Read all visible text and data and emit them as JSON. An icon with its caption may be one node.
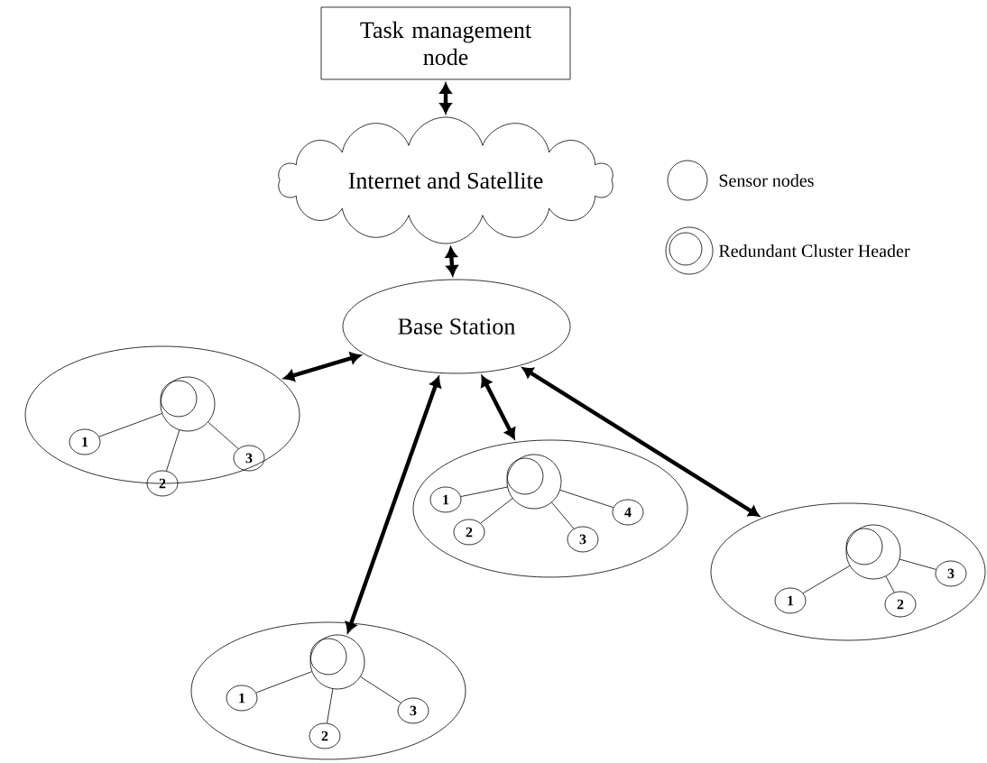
{
  "diagram": {
    "nodes": [
      {
        "text": [
          "Task management node"
        ]
      },
      {
        "text": [
          "Internet and Satellite"
        ]
      },
      {
        "text": [
          "Base Station"
        ]
      },
      {
        "text": [],
        "shape": "ellipse"
      },
      {
        "text": [],
        "shape": "circle",
        "in": 3
      },
      {
        "text": [
          "1"
        ],
        "in": 3
      },
      {
        "text": [
          "2"
        ],
        "in": 3
      },
      {
        "text": [
          "3"
        ],
        "in": 3
      },
      {
        "text": [],
        "shape": "ellipse"
      },
      {
        "text": [],
        "shape": "circle",
        "in": 8
      },
      {
        "text": [
          "1"
        ],
        "in": 8
      },
      {
        "text": [
          "2"
        ],
        "in": 8
      },
      {
        "text": [
          "3"
        ],
        "in": 8
      },
      {
        "text": [
          "4"
        ],
        "in": 8
      },
      {
        "text": [],
        "shape": "ellipse"
      },
      {
        "text": [],
        "shape": "circle",
        "in": 14
      },
      {
        "text": [
          "1"
        ],
        "in": 14
      },
      {
        "text": [
          "2"
        ],
        "in": 14
      },
      {
        "text": [
          "3"
        ],
        "in": 14
      },
      {
        "text": [],
        "shape": "ellipse"
      },
      {
        "text": [],
        "shape": "circle",
        "in": 19
      },
      {
        "text": [
          "1"
        ],
        "in": 19
      },
      {
        "text": [
          "2"
        ],
        "in": 19
      },
      {
        "text": [
          "3"
        ],
        "in": 19
      }
    ],
    "edges": [
      {
        "from": 0,
        "to": 1,
        "arrow": "both",
        "style": "thick"
      },
      {
        "from": 1,
        "to": 2,
        "arrow": "both",
        "style": "thick"
      },
      {
        "from": 2,
        "to": 3,
        "arrow": "both",
        "style": "thick"
      },
      {
        "from": 2,
        "to": 20,
        "arrow": "both",
        "style": "thick"
      },
      {
        "from": 2,
        "to": 8,
        "arrow": "both",
        "style": "thick"
      },
      {
        "from": 2,
        "to": 14,
        "arrow": "both",
        "style": "thick"
      },
      {
        "from": 4,
        "to": 5,
        "arrow": "none"
      },
      {
        "from": 4,
        "to": 6,
        "arrow": "none"
      },
      {
        "from": 4,
        "to": 7,
        "arrow": "none"
      },
      {
        "from": 9,
        "to": 10,
        "arrow": "none"
      },
      {
        "from": 9,
        "to": 11,
        "arrow": "none"
      },
      {
        "from": 9,
        "to": 12,
        "arrow": "none"
      },
      {
        "from": 9,
        "to": 13,
        "arrow": "none"
      },
      {
        "from": 15,
        "to": 16,
        "arrow": "none"
      },
      {
        "from": 15,
        "to": 17,
        "arrow": "none"
      },
      {
        "from": 15,
        "to": 18,
        "arrow": "none"
      },
      {
        "from": 20,
        "to": 21,
        "arrow": "none"
      },
      {
        "from": 20,
        "to": 22,
        "arrow": "none"
      },
      {
        "from": 20,
        "to": 23,
        "arrow": "none"
      }
    ],
    "legend": [
      {
        "text": "Sensor nodes"
      },
      {
        "text": "Redundant Cluster Header"
      }
    ]
  }
}
